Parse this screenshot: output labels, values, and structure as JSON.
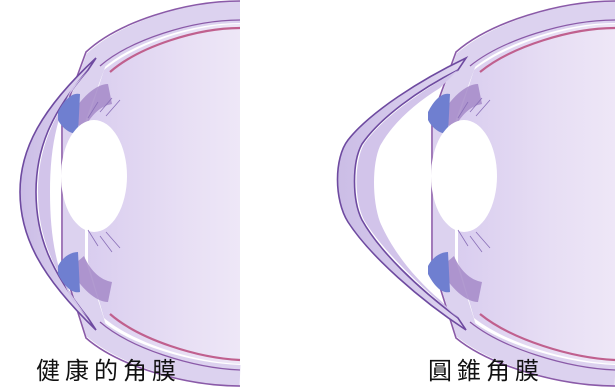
{
  "figures": [
    {
      "id": "healthy",
      "label": "健康的角膜"
    },
    {
      "id": "keratoconus",
      "label": "圓錐角膜"
    }
  ],
  "colors": {
    "sclera_fill": "#dcd2ef",
    "sclera_stroke": "#8a5aa8",
    "vitreous": "#e6dcf3",
    "cornea_fill": "#d6c8ec",
    "cornea_edge": "#6e4aa0",
    "iris": "#6f7fd0",
    "ciliary": "#a48ac8",
    "lens": "#ffffff",
    "retina_line": "#c0608e",
    "text": "#111111"
  }
}
